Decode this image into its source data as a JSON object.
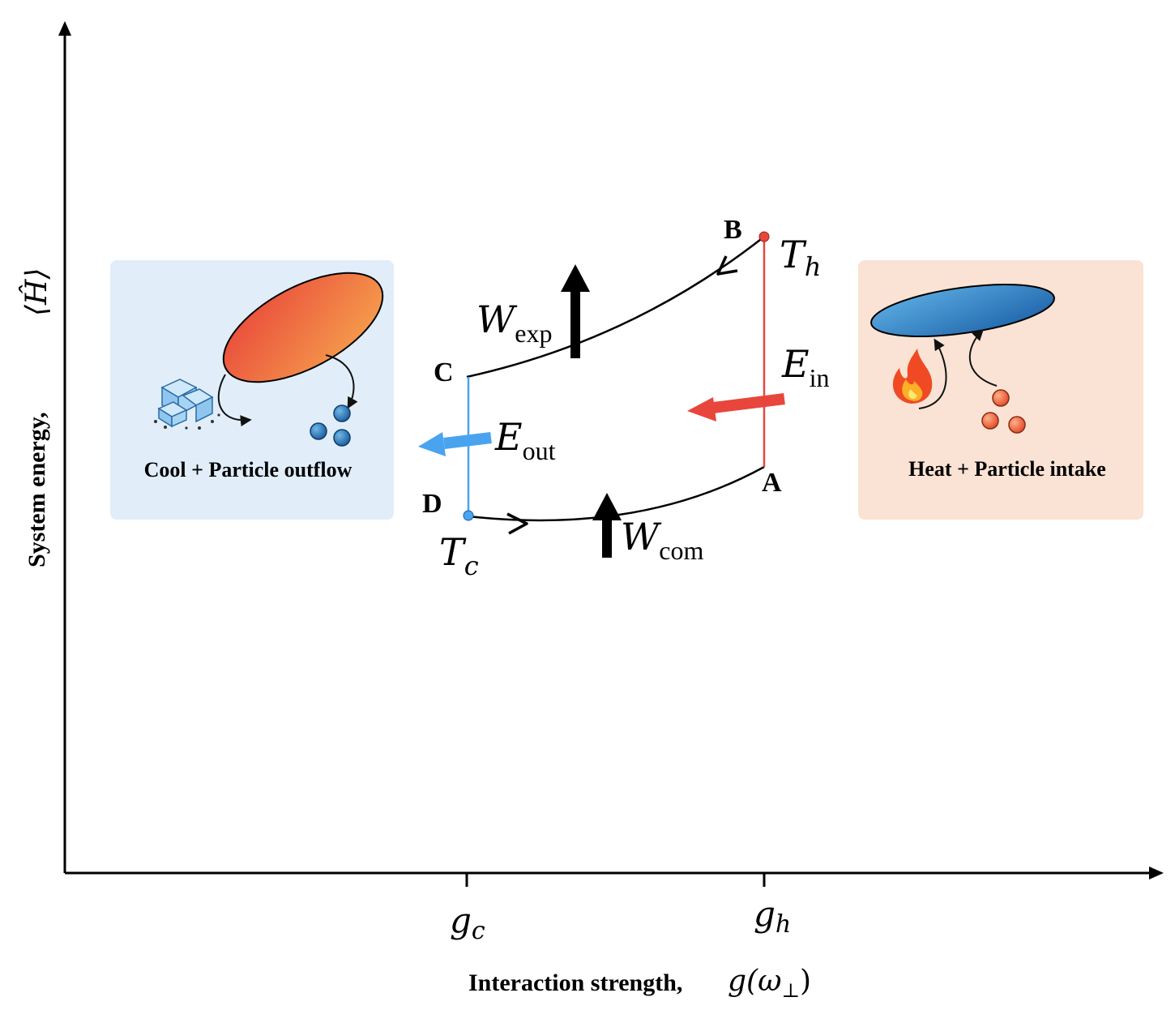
{
  "axes": {
    "y_label": "System energy,",
    "y_symbol": "⟨Ĥ⟩",
    "x_label": "Interaction strength,",
    "x_symbol_main": "g(ω",
    "x_symbol_sub": "⊥",
    "x_symbol_close": ")"
  },
  "ticks": {
    "gc_main": "g",
    "gc_sub": "c",
    "gh_main": "g",
    "gh_sub": "h"
  },
  "points": {
    "A": "A",
    "B": "B",
    "C": "C",
    "D": "D"
  },
  "temperatures": {
    "Th_main": "T",
    "Th_sub": "h",
    "Tc_main": "T",
    "Tc_sub": "c"
  },
  "energies": {
    "Wexp_main": "W",
    "Wexp_sub": "exp",
    "Wcom_main": "W",
    "Wcom_sub": "com",
    "Ein_main": "E",
    "Ein_sub": "in",
    "Eout_main": "E",
    "Eout_sub": "out"
  },
  "panels": {
    "cool_label": "Cool + Particle outflow",
    "heat_label": "Heat + Particle intake"
  },
  "colors": {
    "hot": "#e8463c",
    "cold": "#4aa3ef",
    "cool_panel": "#e1eefa",
    "heat_panel": "#fae3d4"
  }
}
